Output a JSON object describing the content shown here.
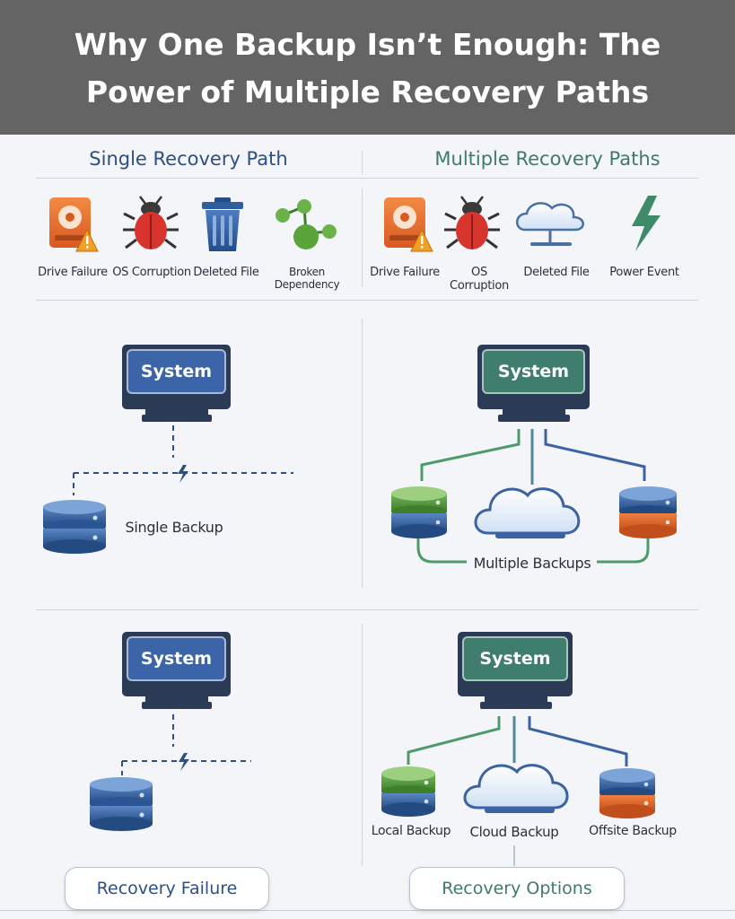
{
  "header": {
    "title_line1": "Why One Backup Isn’t Enough: The",
    "title_line2": "Power of Multiple Recovery Paths"
  },
  "left": {
    "heading": "Single Recovery Path",
    "risks": [
      "Drive Failure",
      "OS Corruption",
      "Deleted File",
      "Broken Dependency"
    ],
    "system_label_1": "System",
    "backup_label": "Single Backup",
    "system_label_2": "System",
    "result": "Recovery Failure"
  },
  "right": {
    "heading": "Multiple Recovery Paths",
    "risks": [
      "Drive Failure",
      "OS Corruption",
      "Deleted File",
      "Power Event"
    ],
    "system_label_1": "System",
    "backups_label": "Multiple Backups",
    "system_label_2": "System",
    "backup_labels": [
      "Local Backup",
      "Cloud Backup",
      "Offsite Backup"
    ],
    "result": "Recovery Options"
  },
  "colors": {
    "left_heading": "#2d4f86",
    "right_heading": "#3f7a6a",
    "banner": "#646464",
    "blue_tile": "#3c64a8",
    "green_tile": "#3f7d6e",
    "db_blue": "#2f5f9e",
    "db_green": "#4f9a3a",
    "db_orange": "#d8642a",
    "line_green": "#4f9a6a",
    "line_blue": "#3b62a4"
  },
  "icons": {
    "drive": "hard-drive-warning-icon",
    "bug": "bug-icon",
    "trash": "trash-can-icon",
    "dependency": "dependency-graph-icon",
    "cloud_network": "cloud-network-icon",
    "power": "lightning-icon",
    "monitor": "monitor-icon",
    "database": "database-icon",
    "cloud": "cloud-icon"
  }
}
